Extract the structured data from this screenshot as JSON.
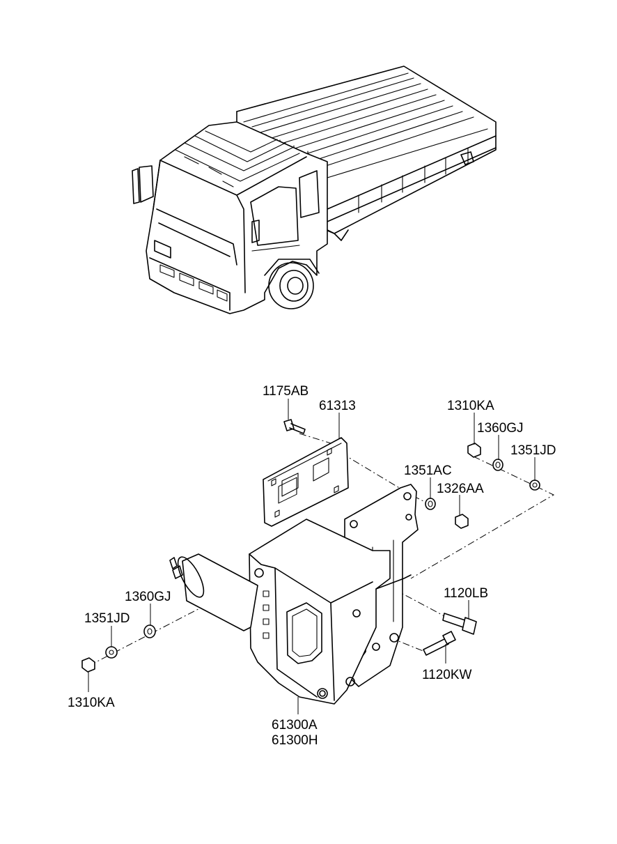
{
  "callouts": {
    "p1175AB": "1175AB",
    "p61313": "61313",
    "p1310KA_r": "1310KA",
    "p1360GJ_r": "1360GJ",
    "p1351JD_r": "1351JD",
    "p1351AC": "1351AC",
    "p1326AA": "1326AA",
    "p1120LB": "1120LB",
    "p1120KW": "1120KW",
    "p1360GJ_l": "1360GJ",
    "p1351JD_l": "1351JD",
    "p1310KA_l": "1310KA",
    "p61300A": "61300A",
    "p61300H": "61300H"
  }
}
